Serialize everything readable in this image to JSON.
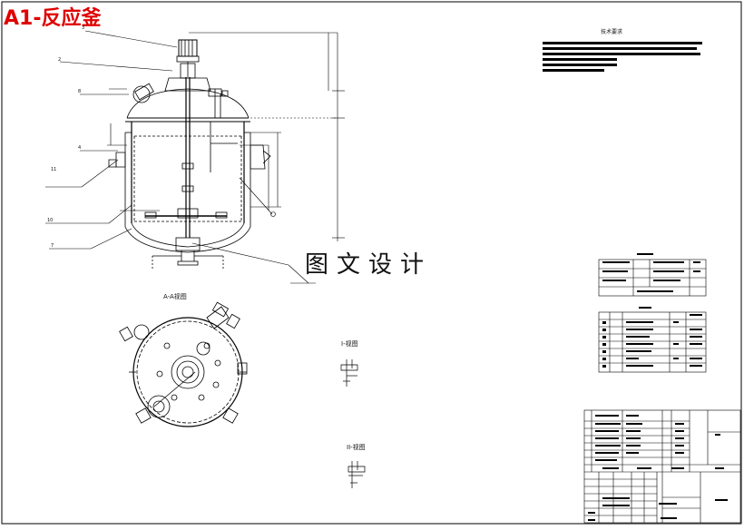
{
  "drawing": {
    "title": "A1-反应釜",
    "watermark": "图文设计",
    "views": {
      "top_view_label": "A-A视图",
      "detail_1_label": "I-视图",
      "detail_2_label": "II-视图"
    },
    "notes": {
      "heading": "技术要求"
    },
    "callouts": [
      "3",
      "2",
      "8",
      "4",
      "11",
      "10",
      "7"
    ],
    "colors": {
      "title": "#e00000",
      "lines": "#000000",
      "paper": "#ffffff"
    }
  }
}
